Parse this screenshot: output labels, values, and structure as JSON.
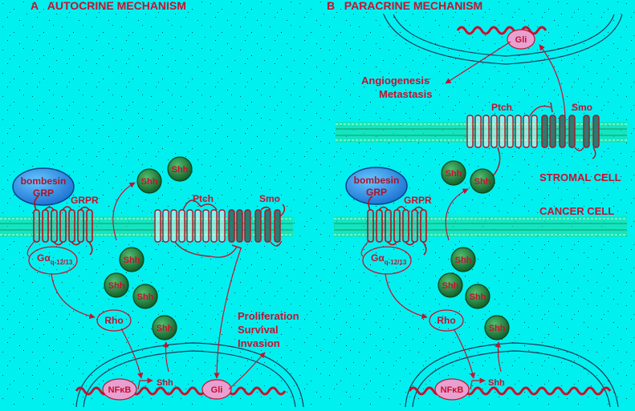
{
  "colors": {
    "background": "#00f0f0",
    "text": "#c8102e",
    "membrane": "#22dd99",
    "shh_fill": "#1e8c3c",
    "receptor_stroke": "#b21020",
    "smo_fill": "#2e7a70",
    "ellipse_fill": "#e8a0d0"
  },
  "panel_a": {
    "title": "A   AUTOCRINE MECHANISM",
    "bombesin": "bombesin",
    "grp": "GRP",
    "grpr": "GRPR",
    "g_alpha": "Gα",
    "g_alpha_sub": "q-12/13",
    "ptch": "Ptch",
    "smo": "Smo",
    "rho": "Rho",
    "nfkb": "NFκB",
    "gli": "Gli",
    "shh": "Shh",
    "shh_gene": "Shh",
    "outcomes": [
      "Proliferation",
      "Survival",
      "Invasion"
    ]
  },
  "panel_b": {
    "title": "B   PARACRINE MECHANISM",
    "gli_top": "Gli",
    "outcomes": [
      "Angiogenesis",
      "Metastasis"
    ],
    "ptch": "Ptch",
    "smo": "Smo",
    "stromal_cell": "STROMAL CELL",
    "cancer_cell": "CANCER CELL",
    "bombesin": "bombesin",
    "grp": "GRP",
    "grpr": "GRPR",
    "g_alpha": "Gα",
    "g_alpha_sub": "q-12/13",
    "rho": "Rho",
    "nfkb": "NFκB",
    "shh": "Shh",
    "shh_gene": "Shh"
  }
}
